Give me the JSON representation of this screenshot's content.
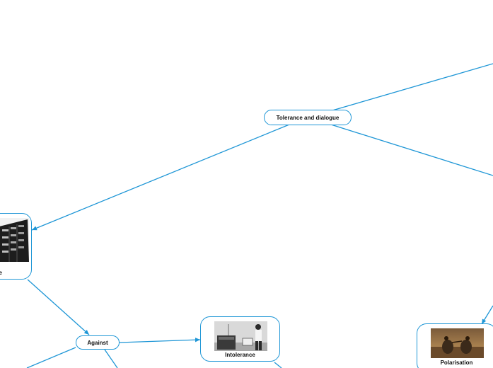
{
  "colors": {
    "connector": "#1e96d6",
    "node_border": "#1e96d6",
    "text": "#111111"
  },
  "nodes": {
    "root": {
      "label": "Tolerance and dialogue"
    },
    "tolerance": {
      "label": "ce",
      "image": "filing-cabinet-photo"
    },
    "against": {
      "label": "Against"
    },
    "intolerance": {
      "label": "Intolerance",
      "image": "protest-photo"
    },
    "polarisation": {
      "label": "Polarisation",
      "image": "painting-photo"
    }
  }
}
